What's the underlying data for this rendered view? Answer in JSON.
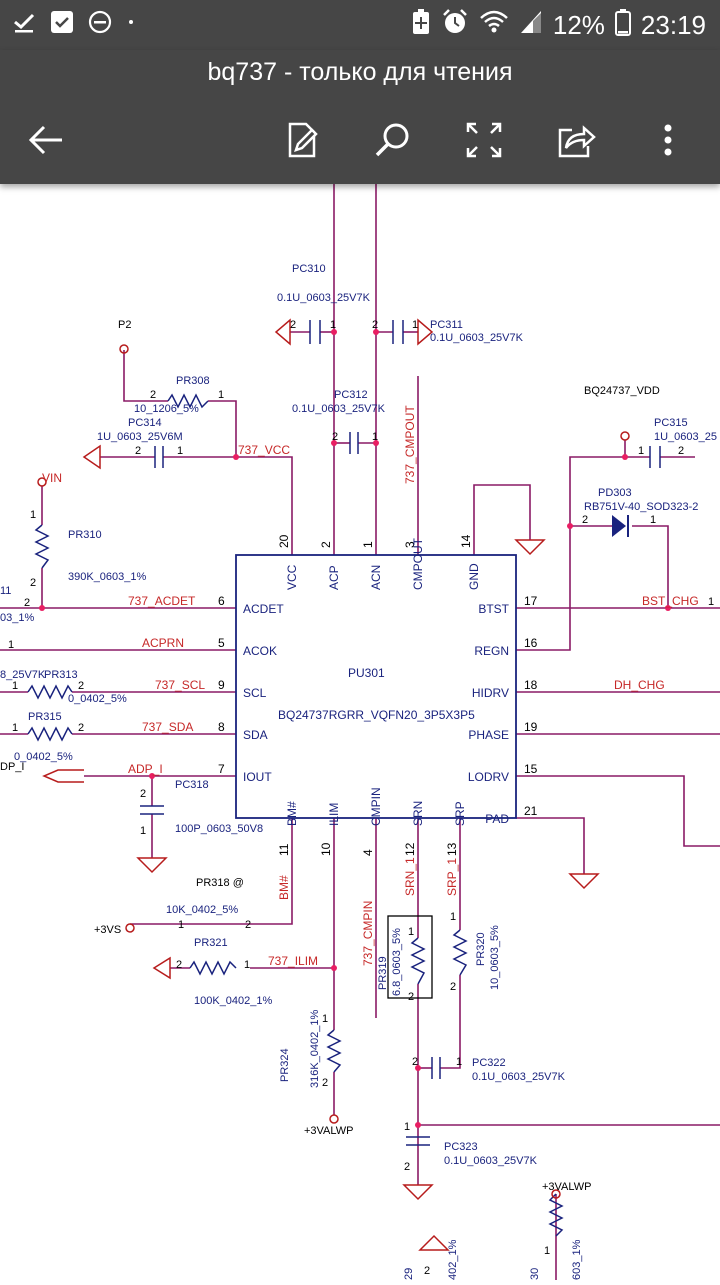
{
  "status_bar": {
    "battery": "12%",
    "time": "23:19",
    "icons": [
      "download-done-icon",
      "screenshot-icon",
      "do-not-disturb-icon",
      "dot-icon",
      "battery-saver-icon",
      "alarm-icon",
      "wifi-icon",
      "signal-icon",
      "battery-icon"
    ]
  },
  "app_bar": {
    "title": "bq737 - только для чтения",
    "actions": [
      "back-arrow-icon",
      "edit-icon",
      "search-icon",
      "fullscreen-icon",
      "share-icon",
      "more-vert-icon"
    ]
  },
  "schematic": {
    "top_labels": {
      "pc310": "PC310",
      "pc310_val": "0.1U_0603_25V7K",
      "pc311": "PC311",
      "pc311_val": "0.1U_0603_25V7K",
      "pc312": "PC312",
      "pc312_val": "0.1U_0603_25V7K",
      "p2": "P2",
      "pr308": "PR308",
      "pr308_val": "10_1206_5%",
      "pc314": "PC314",
      "pc314_val": "1U_0603_25V6M",
      "bq_vdd": "BQ24737_VDD",
      "pc315": "PC315",
      "pc315_val": "1U_0603_25",
      "pd303": "PD303",
      "pd303_val": "RB751V-40_SOD323-2",
      "vin": "VIN",
      "pr310": "PR310",
      "pr310_val": "390K_0603_1%"
    },
    "nets": {
      "vcc": "737_VCC",
      "cmpout": "737_CMPOUT",
      "acdet": "737_ACDET",
      "acprn": "ACPRN",
      "scl": "737_SCL",
      "sda": "737_SDA",
      "adp": "ADP_I",
      "bst": "BST_CHG",
      "dh": "DH_CHG",
      "bm": "BM#",
      "ilim": "737_ILIM",
      "cmpin": "737_CMPIN",
      "srn": "SRN_1",
      "srp": "SRP_1"
    },
    "ic": {
      "ref": "PU301",
      "part": "BQ24737RGRR_VQFN20_3P5X3P5",
      "top_pins": [
        {
          "n": "20",
          "name": "VCC"
        },
        {
          "n": "2",
          "name": "ACP"
        },
        {
          "n": "1",
          "name": "ACN"
        },
        {
          "n": "3",
          "name": "CMPOUT"
        },
        {
          "n": "14",
          "name": "GND"
        }
      ],
      "left_pins": [
        {
          "n": "6",
          "name": "ACDET"
        },
        {
          "n": "5",
          "name": "ACOK"
        },
        {
          "n": "9",
          "name": "SCL"
        },
        {
          "n": "8",
          "name": "SDA"
        },
        {
          "n": "7",
          "name": "IOUT"
        }
      ],
      "right_pins": [
        {
          "n": "17",
          "name": "BTST"
        },
        {
          "n": "16",
          "name": "REGN"
        },
        {
          "n": "18",
          "name": "HIDRV"
        },
        {
          "n": "19",
          "name": "PHASE"
        },
        {
          "n": "15",
          "name": "LODRV"
        },
        {
          "n": "21",
          "name": "PAD"
        }
      ],
      "bottom_pins": [
        {
          "n": "11",
          "name": "BM#"
        },
        {
          "n": "10",
          "name": "ILIM"
        },
        {
          "n": "4",
          "name": "CMPIN"
        },
        {
          "n": "12",
          "name": "SRN"
        },
        {
          "n": "13",
          "name": "SRP"
        }
      ]
    },
    "left_labels": {
      "pr313": "PR313",
      "pr313_val": "0_0402_5%",
      "pr315": "PR315",
      "pr315_val": "0_0402_5%",
      "frag1": "8_25V7K",
      "frag2": "03_1%",
      "frag3": "DP_I",
      "frag4": "11"
    },
    "bottom_labels": {
      "pc318": "PC318",
      "pc318_val": "100P_0603_50V8",
      "pr318": "PR318 @",
      "p3vs": "+3VS",
      "pr321": "PR321",
      "pr321_val": "10K_0402_5%",
      "pr_ilim_val": "100K_0402_1%",
      "pr319": "PR319",
      "pr319_val": "6.8_0603_5%",
      "pr320": "PR320",
      "pr320_val": "10_0603_5%",
      "pr324": "PR324",
      "pr324_val": "316K_0402_1%",
      "p3valwp": "+3VALWP",
      "pc322": "PC322",
      "pc322_val": "0.1U_0603_25V7K",
      "pc323": "PC323",
      "pc323_val": "0.1U_0603_25V7K",
      "p3valwp2": "+3VALWP",
      "frag5": "29",
      "frag6": "402_1%",
      "frag7": "30",
      "frag8": "603_1%"
    }
  }
}
